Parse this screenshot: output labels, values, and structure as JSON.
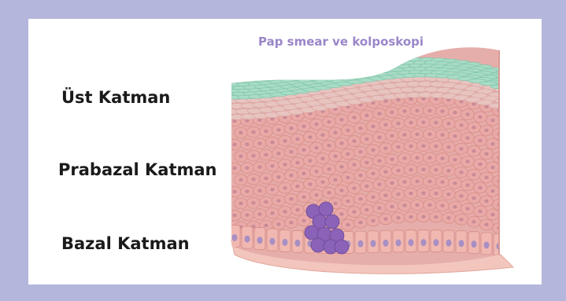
{
  "caption": "Pap smear ve kolposkopi",
  "layers": {
    "top": "Üst Katman",
    "middle": "Prabazal Katman",
    "bottom": "Bazal Katman"
  },
  "colors": {
    "background": "#b4b6dc",
    "panel": "#ffffff",
    "caption": "#9a86c8",
    "superficial_cells": "#a8dcc6",
    "intermediate_cells": "#e8c4c0",
    "parabasal_cells": "#e9a9a6",
    "basal_cells": "#f0b8b0",
    "nuclei": "#a88fc4",
    "abnormal_cells": "#8a62b8",
    "basement_membrane": "#f3c6bd"
  }
}
